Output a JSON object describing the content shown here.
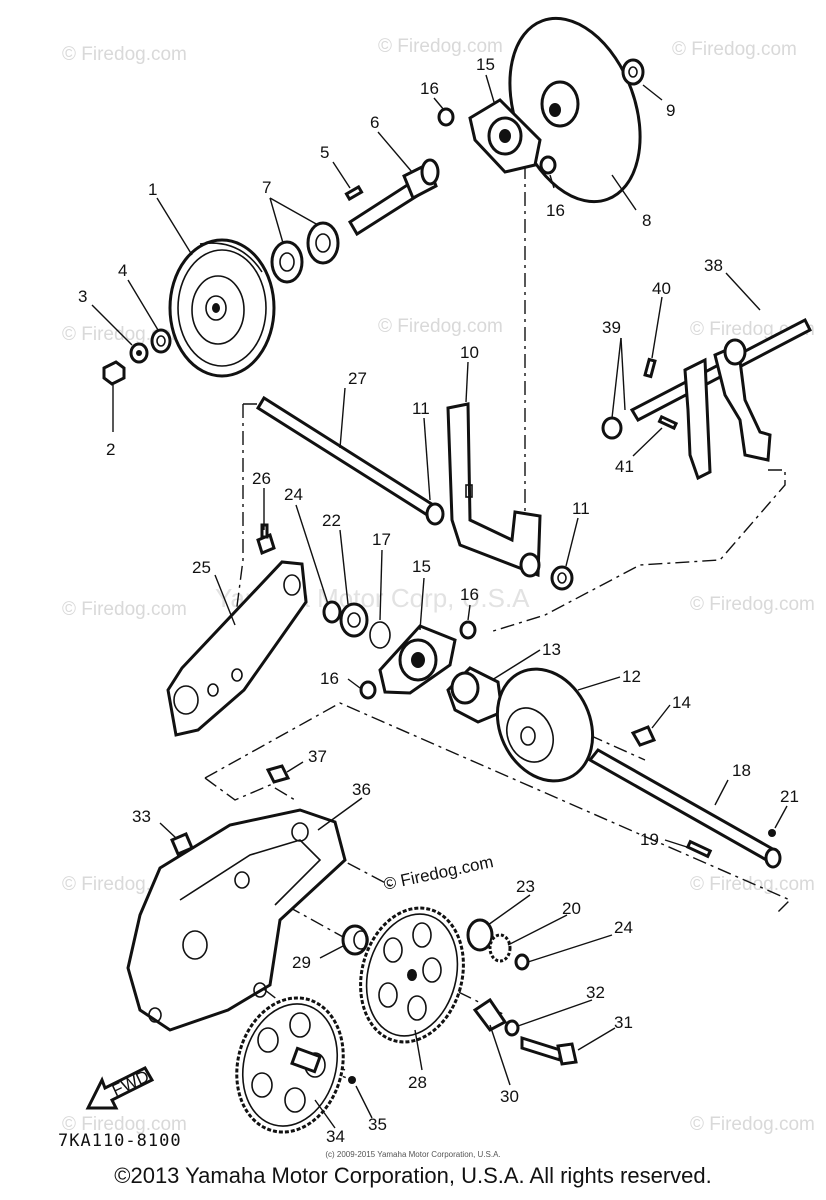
{
  "watermark_text": "© Firedog.com",
  "center_watermark": "Yamaha Motor Corp, U.S.A",
  "diagram_code": "7KA110-8100",
  "small_credit": "(c) 2009-2015 Yamaha Motor Corporation, U.S.A.",
  "copyright": "©2013 Yamaha Motor Corporation, U.S.A. All rights reserved.",
  "direction_label": "FWD",
  "firedog_center": "© Firedog.com",
  "callouts": {
    "n1": "1",
    "n2": "2",
    "n3": "3",
    "n4": "4",
    "n5": "5",
    "n6": "6",
    "n7": "7",
    "n8": "8",
    "n9": "9",
    "n10": "10",
    "n11a": "11",
    "n11b": "11",
    "n12": "12",
    "n13": "13",
    "n14": "14",
    "n15a": "15",
    "n15b": "15",
    "n16a": "16",
    "n16b": "16",
    "n16c": "16",
    "n16d": "16",
    "n17": "17",
    "n18": "18",
    "n19": "19",
    "n20": "20",
    "n21": "21",
    "n22": "22",
    "n23": "23",
    "n24a": "24",
    "n24b": "24",
    "n25": "25",
    "n26": "26",
    "n27": "27",
    "n28": "28",
    "n29": "29",
    "n30": "30",
    "n31": "31",
    "n32": "32",
    "n33": "33",
    "n34": "34",
    "n35": "35",
    "n36": "36",
    "n37": "37",
    "n38": "38",
    "n39": "39",
    "n40": "40",
    "n41": "41"
  }
}
